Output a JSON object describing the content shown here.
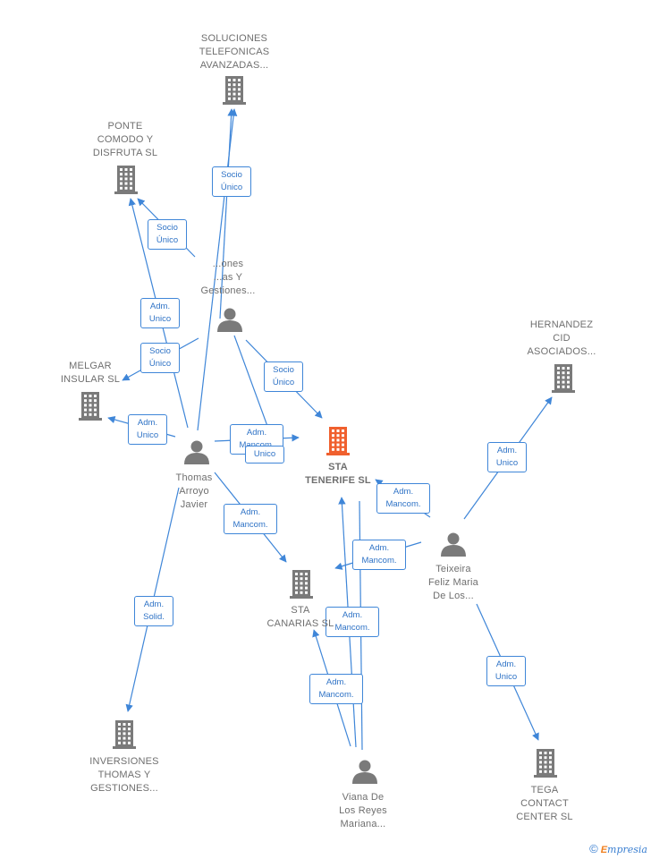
{
  "nodes": [
    {
      "id": "soluciones",
      "kind": "company",
      "label": "SOLUCIONES\nTELEFONICAS\nAVANZADAS..."
    },
    {
      "id": "ponte",
      "kind": "company",
      "label": "PONTE\nCOMODO Y\nDISFRUTA  SL"
    },
    {
      "id": "gestiones",
      "kind": "person",
      "label": "...ones\n...as Y\nGestiones..."
    },
    {
      "id": "melgar",
      "kind": "company",
      "label": "MELGAR\nINSULAR  SL"
    },
    {
      "id": "hernandez",
      "kind": "company",
      "label": "HERNANDEZ\nCID\nASOCIADOS..."
    },
    {
      "id": "sta_tenerife",
      "kind": "company-main",
      "label": "STA\nTENERIFE  SL"
    },
    {
      "id": "thomas",
      "kind": "person",
      "label": "Thomas\nArroyo\nJavier"
    },
    {
      "id": "teixeira",
      "kind": "person",
      "label": "Teixeira\nFeliz Maria\nDe Los..."
    },
    {
      "id": "sta_canarias",
      "kind": "company",
      "label": "STA\nCANARIAS  SL"
    },
    {
      "id": "inversiones",
      "kind": "company",
      "label": "INVERSIONES\nTHOMAS Y\nGESTIONES..."
    },
    {
      "id": "viana",
      "kind": "person",
      "label": "Viana De\nLos Reyes\nMariana..."
    },
    {
      "id": "tega",
      "kind": "company",
      "label": "TEGA\nCONTACT\nCENTER  SL"
    }
  ],
  "edges": [
    {
      "from": "gestiones",
      "to": "soluciones",
      "label": "Socio\nÚnico"
    },
    {
      "from": "thomas",
      "to": "soluciones",
      "label": "Adm.\nUnico"
    },
    {
      "from": "gestiones",
      "to": "ponte",
      "label": "Socio\nÚnico"
    },
    {
      "from": "thomas",
      "to": "ponte",
      "label": "Adm.\nUnico"
    },
    {
      "from": "gestiones",
      "to": "melgar",
      "label": "Socio\nÚnico"
    },
    {
      "from": "thomas",
      "to": "melgar",
      "label": "Adm.\nUnico"
    },
    {
      "from": "gestiones",
      "to": "sta_tenerife",
      "label": "Socio\nÚnico"
    },
    {
      "from": "thomas",
      "to": "sta_tenerife",
      "label": "Adm.\nMancom."
    },
    {
      "from": "gestiones",
      "to": "sta_canarias",
      "label": "Unico"
    },
    {
      "from": "thomas",
      "to": "sta_canarias",
      "label": "Adm.\nMancom."
    },
    {
      "from": "thomas",
      "to": "inversiones",
      "label": "Adm.\nSolid."
    },
    {
      "from": "teixeira",
      "to": "hernandez",
      "label": "Adm.\nUnico"
    },
    {
      "from": "teixeira",
      "to": "sta_tenerife",
      "label": "Adm.\nMancom."
    },
    {
      "from": "teixeira",
      "to": "sta_canarias",
      "label": "Adm.\nMancom."
    },
    {
      "from": "teixeira",
      "to": "tega",
      "label": "Adm.\nUnico"
    },
    {
      "from": "viana",
      "to": "sta_tenerife",
      "label": "Adm.\nMancom."
    },
    {
      "from": "viana",
      "to": "sta_canarias",
      "label": "Adm.\nMancom."
    }
  ],
  "colors": {
    "edge": "#3f86d8",
    "node_icon": "#7a7a7a",
    "main_icon": "#f0602e",
    "label_text": "#6f6f6f"
  },
  "footer": {
    "copyright": "©",
    "brand": "mpresia",
    "brand_initial": "E"
  }
}
